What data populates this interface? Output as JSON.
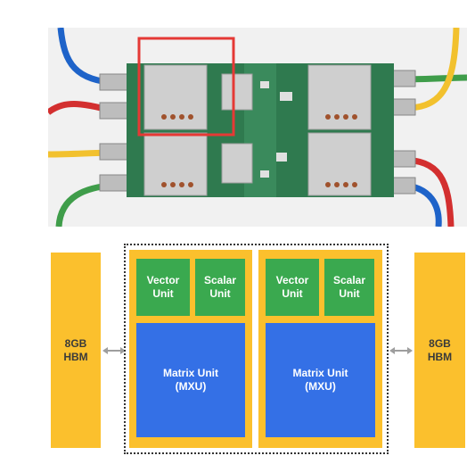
{
  "photo": {
    "description_icon": "tpu-board-photo",
    "colors": {
      "board": "#2f7a4f",
      "heatsink": "#cfcfcf",
      "highlight": "#e53935",
      "cable_blue": "#1e63c9",
      "cable_red": "#d32f2f",
      "cable_yellow": "#f2c12e",
      "cable_green": "#3f9d4a"
    }
  },
  "diagram": {
    "hbm_left": {
      "line1": "8GB",
      "line2": "HBM"
    },
    "hbm_right": {
      "line1": "8GB",
      "line2": "HBM"
    },
    "core_left": {
      "vector": {
        "line1": "Vector",
        "line2": "Unit"
      },
      "scalar": {
        "line1": "Scalar",
        "line2": "Unit"
      },
      "matrix": {
        "line1": "Matrix Unit",
        "line2": "(MXU)"
      }
    },
    "core_right": {
      "vector": {
        "line1": "Vector",
        "line2": "Unit"
      },
      "scalar": {
        "line1": "Scalar",
        "line2": "Unit"
      },
      "matrix": {
        "line1": "Matrix Unit",
        "line2": "(MXU)"
      }
    },
    "colors": {
      "hbm": "#fbc02d",
      "unit_green": "#3aa94f",
      "mxu_blue": "#3470e6",
      "arrow": "#9e9e9e"
    }
  }
}
